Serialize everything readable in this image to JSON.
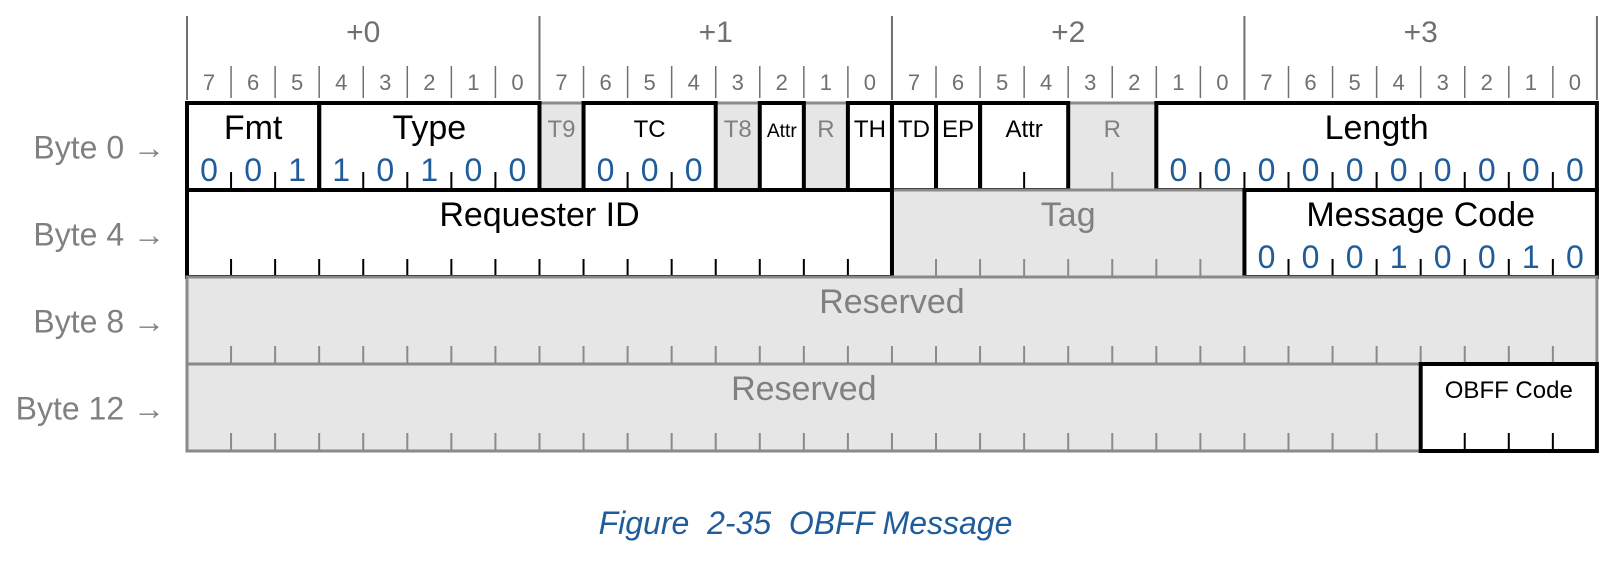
{
  "colors": {
    "frame": "#000000",
    "reserved_fill": "#e6e6e6",
    "reserved_border": "#8a8a8a",
    "label_grey": "#808080",
    "bit_value": "#1f5c99",
    "header_grey": "#707070",
    "caption": "#1f5c99"
  },
  "header": {
    "byte_offsets": [
      "+0",
      "+1",
      "+2",
      "+3"
    ],
    "bit_numbers": [
      "7",
      "6",
      "5",
      "4",
      "3",
      "2",
      "1",
      "0"
    ]
  },
  "rows": [
    {
      "label": "Byte 0 →",
      "fields": [
        {
          "name": "Fmt",
          "bits": 3,
          "style": "normal",
          "size": "large",
          "values": [
            "0",
            "0",
            "1"
          ]
        },
        {
          "name": "Type",
          "bits": 5,
          "style": "normal",
          "size": "large",
          "values": [
            "1",
            "0",
            "1",
            "0",
            "0"
          ]
        },
        {
          "name": "T9",
          "bits": 1,
          "style": "reserved",
          "size": "small",
          "values": []
        },
        {
          "name": "TC",
          "bits": 3,
          "style": "normal",
          "size": "small",
          "values": [
            "0",
            "0",
            "0"
          ]
        },
        {
          "name": "T8",
          "bits": 1,
          "style": "reserved",
          "size": "small",
          "values": []
        },
        {
          "name": "Attr",
          "bits": 1,
          "style": "normal",
          "size": "small",
          "values": []
        },
        {
          "name": "R",
          "bits": 1,
          "style": "reserved",
          "size": "small",
          "values": []
        },
        {
          "name": "TH",
          "bits": 1,
          "style": "normal",
          "size": "small",
          "values": []
        },
        {
          "name": "TD",
          "bits": 1,
          "style": "normal",
          "size": "small",
          "values": []
        },
        {
          "name": "EP",
          "bits": 1,
          "style": "normal",
          "size": "small",
          "values": []
        },
        {
          "name": "Attr",
          "bits": 2,
          "style": "normal",
          "size": "small",
          "values": []
        },
        {
          "name": "R",
          "bits": 2,
          "style": "reserved",
          "size": "small",
          "values": []
        },
        {
          "name": "Length",
          "bits": 10,
          "style": "normal",
          "size": "large",
          "values": [
            "0",
            "0",
            "0",
            "0",
            "0",
            "0",
            "0",
            "0",
            "0",
            "0"
          ]
        }
      ]
    },
    {
      "label": "Byte 4 →",
      "fields": [
        {
          "name": "Requester ID",
          "bits": 16,
          "style": "normal",
          "size": "large",
          "values": []
        },
        {
          "name": "Tag",
          "bits": 8,
          "style": "reserved",
          "size": "large",
          "values": []
        },
        {
          "name": "Message Code",
          "bits": 8,
          "style": "normal",
          "size": "large",
          "values": [
            "0",
            "0",
            "0",
            "1",
            "0",
            "0",
            "1",
            "0"
          ]
        }
      ]
    },
    {
      "label": "Byte 8 →",
      "fields": [
        {
          "name": "Reserved",
          "bits": 32,
          "style": "reserved",
          "size": "large",
          "values": []
        }
      ]
    },
    {
      "label": "Byte 12 →",
      "fields": [
        {
          "name": "Reserved",
          "bits": 28,
          "style": "reserved",
          "size": "large",
          "values": []
        },
        {
          "name": "OBFF Code",
          "bits": 4,
          "style": "normal",
          "size": "small",
          "values": []
        }
      ]
    }
  ],
  "caption": "Figure  2-35  OBFF Message"
}
